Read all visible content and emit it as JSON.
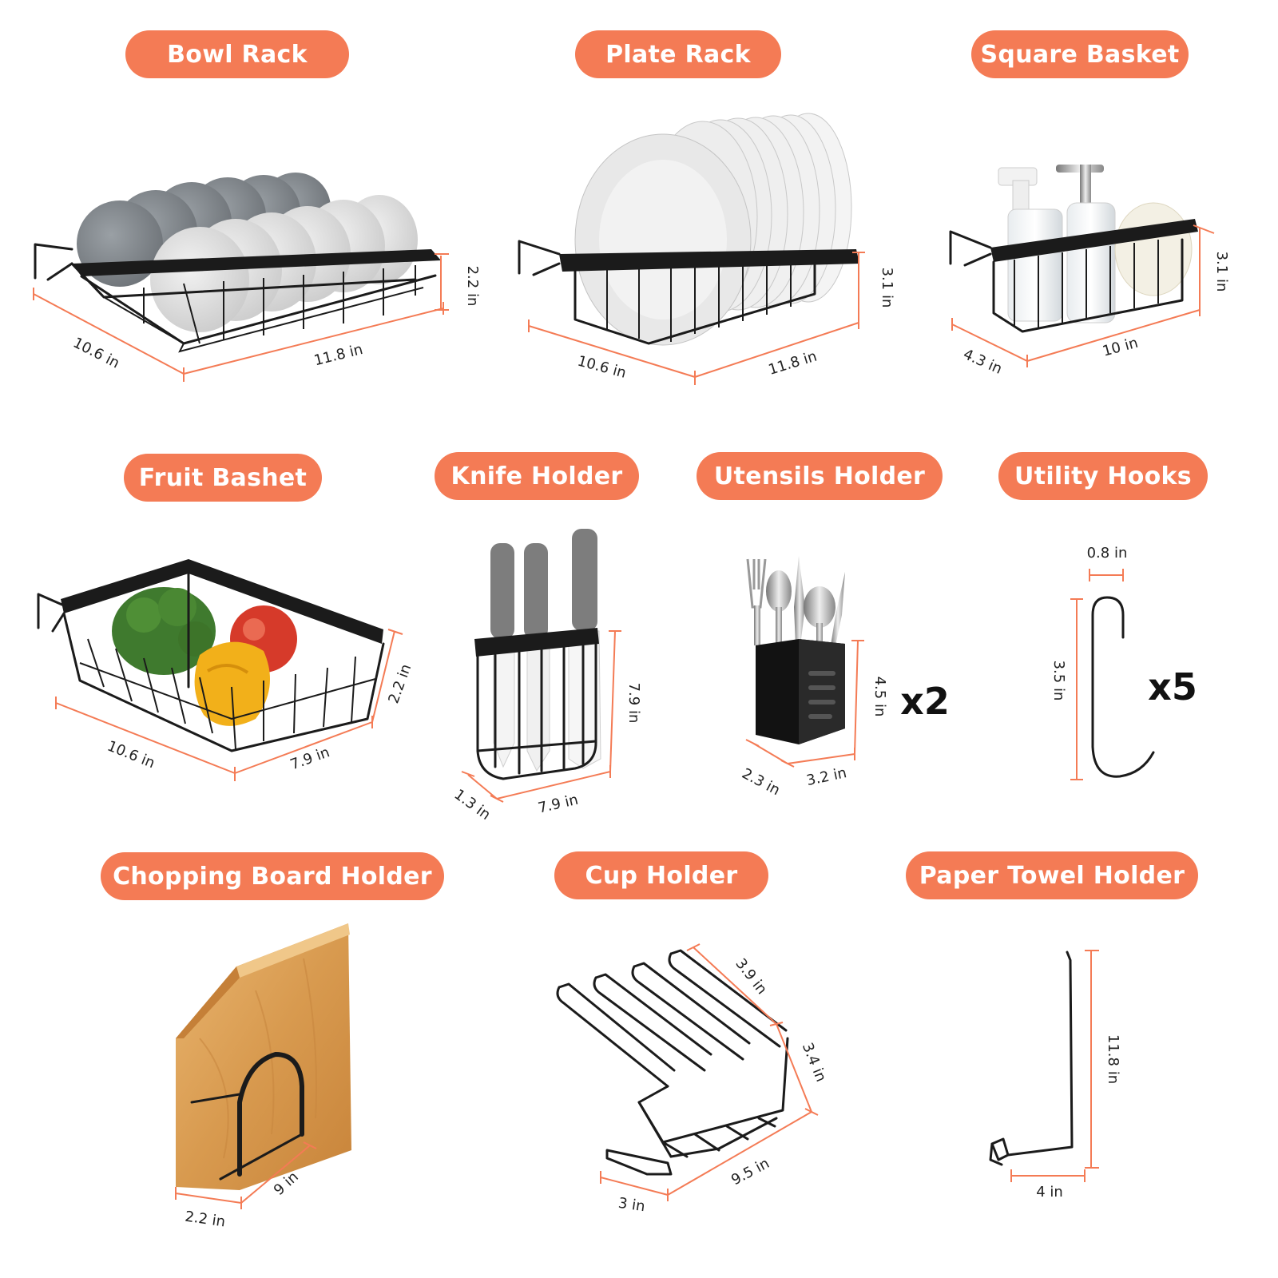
{
  "colors": {
    "accent": "#f47b55",
    "wire": "#1b1b1b",
    "background": "#ffffff"
  },
  "items": {
    "bowl_rack": {
      "title": "Bowl Rack",
      "dims": [
        "10.6 in",
        "11.8 in",
        "2.2 in"
      ]
    },
    "plate_rack": {
      "title": "Plate Rack",
      "dims": [
        "10.6 in",
        "11.8 in",
        "3.1 in"
      ]
    },
    "square_basket": {
      "title": "Square Basket",
      "dims": [
        "4.3 in",
        "10 in",
        "3.1 in"
      ]
    },
    "fruit_basket": {
      "title": "Fruit Bashet",
      "dims": [
        "10.6 in",
        "7.9 in",
        "2.2 in"
      ]
    },
    "knife_holder": {
      "title": "Knife Holder",
      "dims": [
        "1.3 in",
        "7.9 in",
        "7.9 in"
      ]
    },
    "utensils_holder": {
      "title": "Utensils Holder",
      "dims": [
        "2.3 in",
        "3.2 in",
        "4.5 in"
      ],
      "quantity": "x2"
    },
    "utility_hooks": {
      "title": "Utility Hooks",
      "dims": [
        "0.8 in",
        "3.5 in"
      ],
      "quantity": "x5"
    },
    "chopping_board": {
      "title": "Chopping Board Holder",
      "dims": [
        "2.2 in",
        "9 in"
      ]
    },
    "cup_holder": {
      "title": "Cup Holder",
      "dims": [
        "3.9 in",
        "3.4 in",
        "9.5 in",
        "3 in"
      ]
    },
    "paper_towel": {
      "title": "Paper Towel Holder",
      "dims": [
        "11.8 in",
        "4 in"
      ]
    }
  }
}
